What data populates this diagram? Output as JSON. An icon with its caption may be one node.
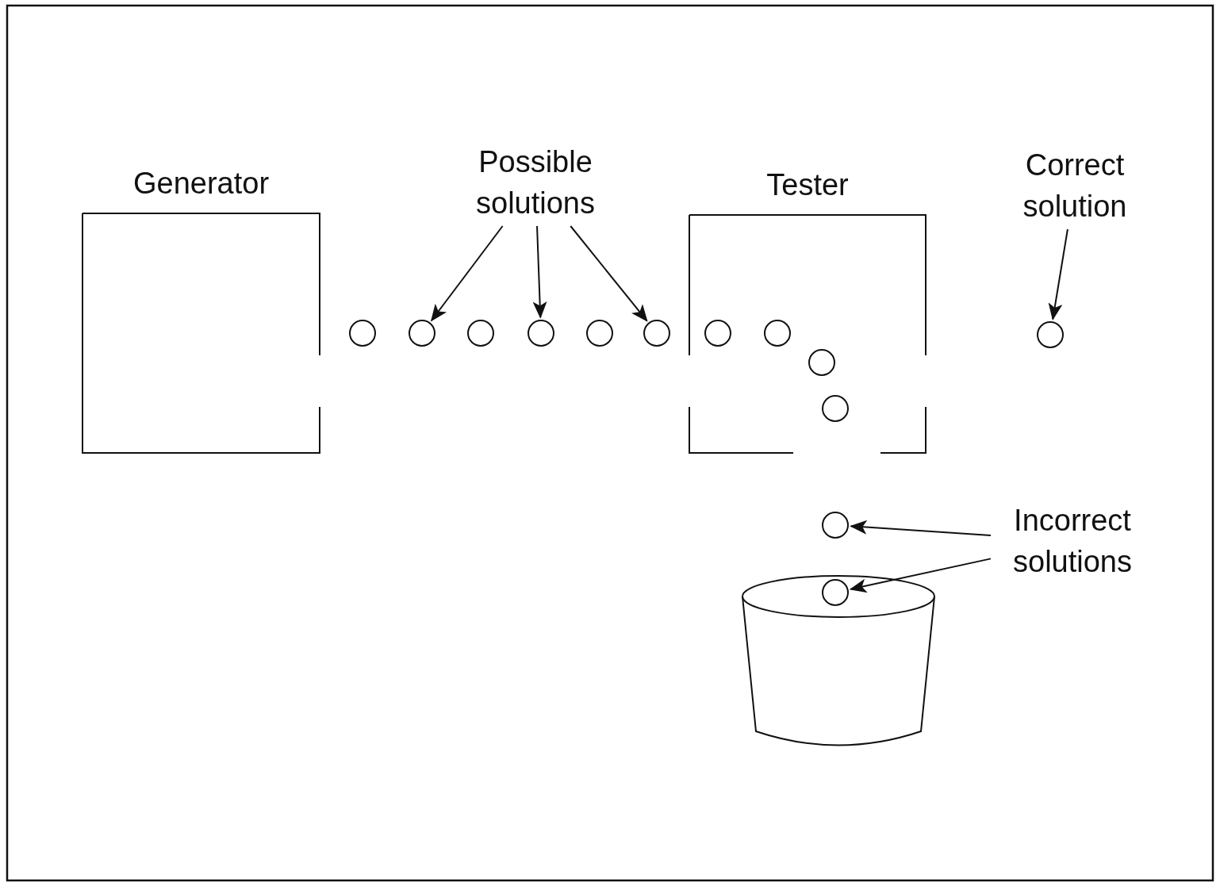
{
  "diagram": {
    "nodes": [
      {
        "text": [
          "Generator"
        ]
      },
      {
        "text": [
          "Possible solutions"
        ]
      },
      {
        "text": [
          "Tester"
        ]
      },
      {
        "text": [
          "Correct solution"
        ]
      },
      {
        "text": [],
        "shape": "circle"
      },
      {
        "text": [],
        "shape": "circle"
      },
      {
        "text": [],
        "shape": "circle"
      },
      {
        "text": [],
        "shape": "circle"
      },
      {
        "text": [],
        "shape": "circle"
      },
      {
        "text": [],
        "shape": "circle"
      },
      {
        "text": [],
        "shape": "circle",
        "in": 2
      },
      {
        "text": [],
        "shape": "circle",
        "in": 2
      },
      {
        "text": [],
        "shape": "circle",
        "in": 2
      },
      {
        "text": [],
        "shape": "circle",
        "in": 2
      },
      {
        "text": [],
        "shape": "circle"
      },
      {
        "text": [
          "Incorrect solutions"
        ]
      },
      {
        "text": [],
        "shape": "circle"
      },
      {
        "text": [],
        "shape": "bucket"
      },
      {
        "text": [],
        "shape": "circle"
      }
    ],
    "edges": [
      {
        "from": 1,
        "to": 5,
        "arrow": "to"
      },
      {
        "from": 1,
        "to": 7,
        "arrow": "to"
      },
      {
        "from": 1,
        "to": 9,
        "arrow": "to"
      },
      {
        "from": 3,
        "to": 14,
        "arrow": "to"
      },
      {
        "from": 15,
        "to": 16,
        "arrow": "to"
      },
      {
        "from": 15,
        "to": 18,
        "arrow": "to"
      }
    ]
  }
}
